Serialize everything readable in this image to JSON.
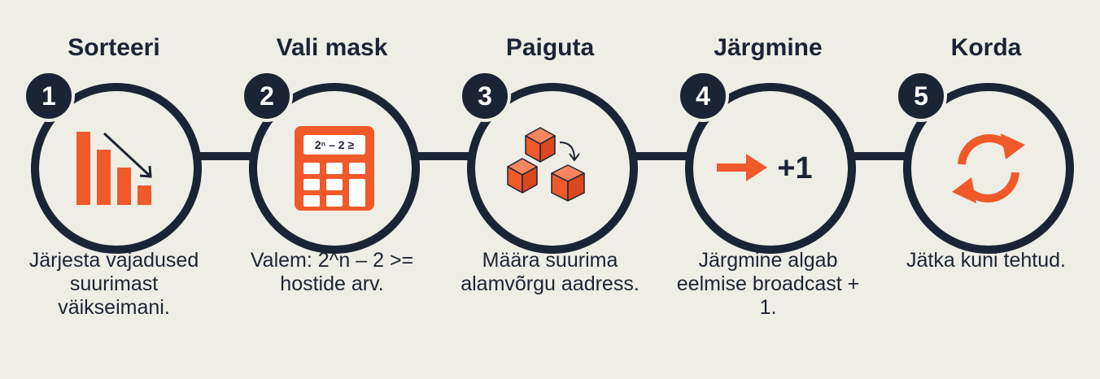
{
  "colors": {
    "navy": "#1b2435",
    "orange": "#f0592a",
    "background": "#efeee6"
  },
  "steps": [
    {
      "number": "1",
      "title": "Sorteeri",
      "icon": "sorted-bars-icon",
      "description": "Järjesta vajadused suurimast väikseimani."
    },
    {
      "number": "2",
      "title": "Vali mask",
      "icon": "calculator-icon",
      "icon_text": "2ⁿ – 2 ≥",
      "description": "Valem: 2^n – 2 >= hostide arv."
    },
    {
      "number": "3",
      "title": "Paiguta",
      "icon": "stacked-cubes-icon",
      "description": "Määra suurima alamvõrgu aadress."
    },
    {
      "number": "4",
      "title": "Järgmine",
      "icon": "arrow-plus-one-icon",
      "icon_text": "+1",
      "description": "Järgmine algab eelmise broadcast + 1."
    },
    {
      "number": "5",
      "title": "Korda",
      "icon": "repeat-cycle-icon",
      "description": "Jätka kuni tehtud."
    }
  ]
}
